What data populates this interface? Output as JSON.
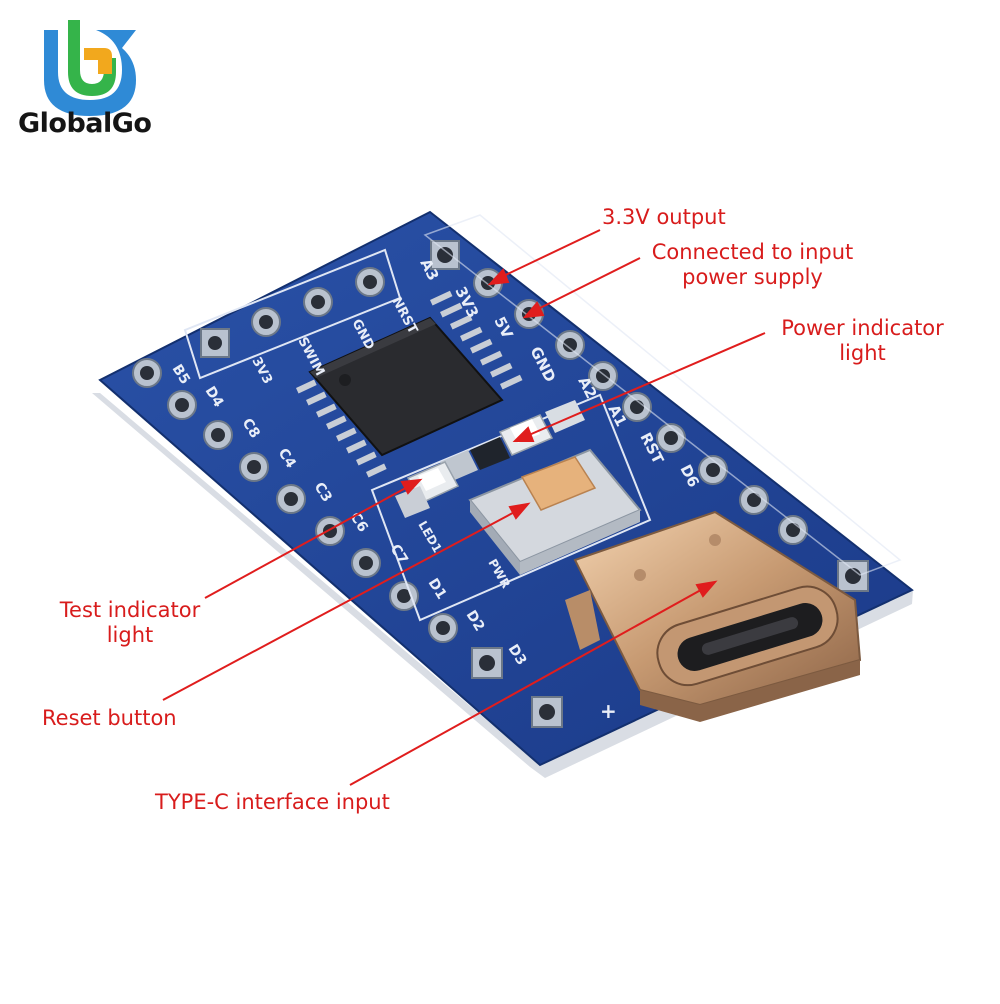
{
  "brand": {
    "name": "GlobalGo",
    "logo_colors": [
      "#2f8ad6",
      "#35b44a",
      "#f2a81d"
    ]
  },
  "callouts": {
    "output_3v3": "3.3V output",
    "input_power_line1": "Connected to input",
    "input_power_line2": "power supply",
    "power_led_line1": "Power indicator",
    "power_led_line2": "light",
    "test_led_line1": "Test indicator",
    "test_led_line2": "light",
    "reset_button": "Reset button",
    "typec_input": "TYPE-C interface input"
  },
  "board": {
    "color": "#1d3f93",
    "right_pins": [
      "A3",
      "3V3",
      "5V",
      "GND",
      "A2",
      "A1",
      "RST",
      "D6"
    ],
    "left_pins": [
      "B5",
      "D4",
      "C8",
      "C4",
      "C3",
      "C6",
      "C7",
      "D1",
      "D2",
      "D3"
    ],
    "top_pins": [
      "NRST",
      "GND",
      "SWIM",
      "3V3"
    ],
    "silkscreen": {
      "led1": "LED1",
      "pwr": "PWR",
      "plus": "+"
    }
  }
}
